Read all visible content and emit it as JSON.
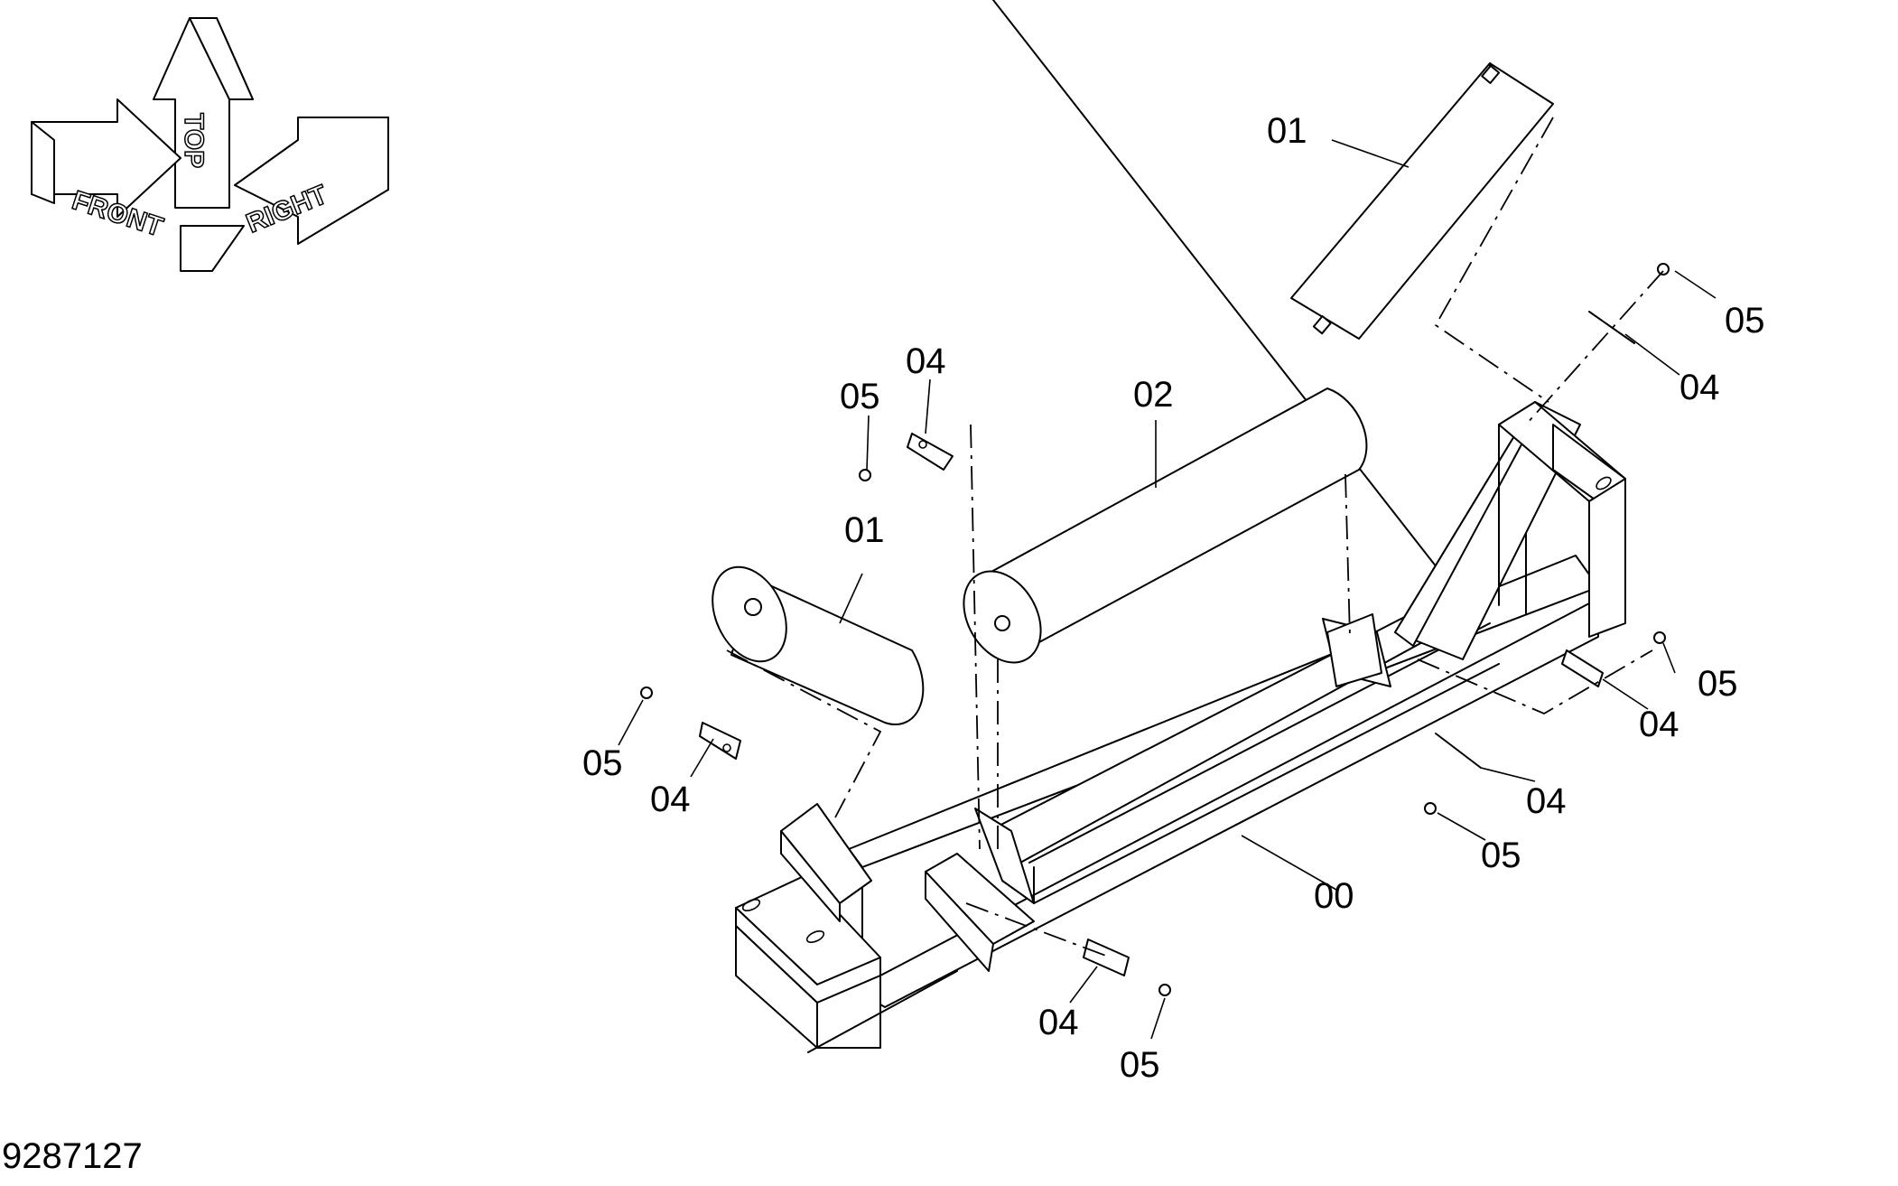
{
  "orientation": {
    "front_label": "FRONT",
    "top_label": "TOP",
    "right_label": "RIGHT"
  },
  "callouts": {
    "frame": "00",
    "roller_left": "01",
    "roller_right": "01",
    "roller_center": "02",
    "plate_a": "04",
    "plate_b": "04",
    "plate_c": "04",
    "plate_d": "04",
    "plate_e": "04",
    "plate_f": "04",
    "bolt_a": "05",
    "bolt_b": "05",
    "bolt_c": "05",
    "bolt_d": "05",
    "bolt_e": "05",
    "bolt_f": "05"
  },
  "figure_number": "9287127"
}
